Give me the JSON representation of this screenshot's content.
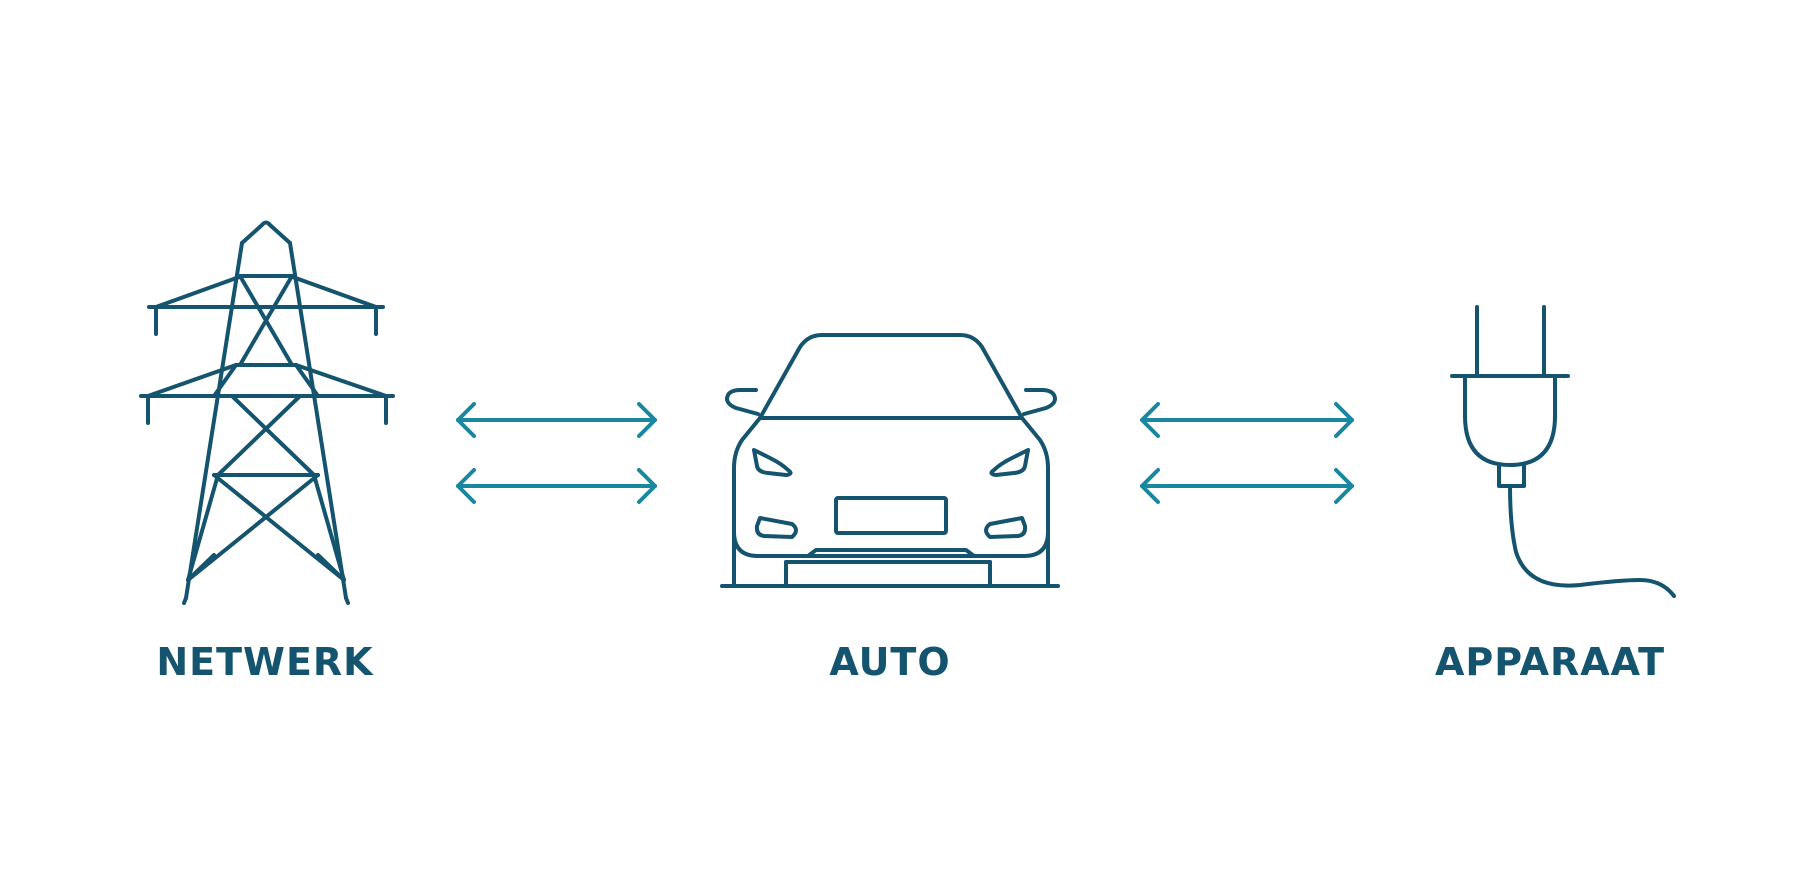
{
  "nodes": {
    "grid": {
      "label": "NETWERK",
      "icon": "power-pylon-icon"
    },
    "car": {
      "label": "AUTO",
      "icon": "car-front-icon"
    },
    "device": {
      "label": "APPARAAT",
      "icon": "plug-icon"
    }
  },
  "connectors": [
    {
      "from": "grid",
      "to": "car",
      "arrows": 2,
      "direction": "bidirectional",
      "icon": "double-arrow-icon"
    },
    {
      "from": "car",
      "to": "device",
      "arrows": 2,
      "direction": "bidirectional",
      "icon": "double-arrow-icon"
    }
  ],
  "colors": {
    "icon_stroke": "#14546e",
    "arrow_stroke": "#1a87a0",
    "label": "#14546e",
    "background": "#ffffff"
  }
}
